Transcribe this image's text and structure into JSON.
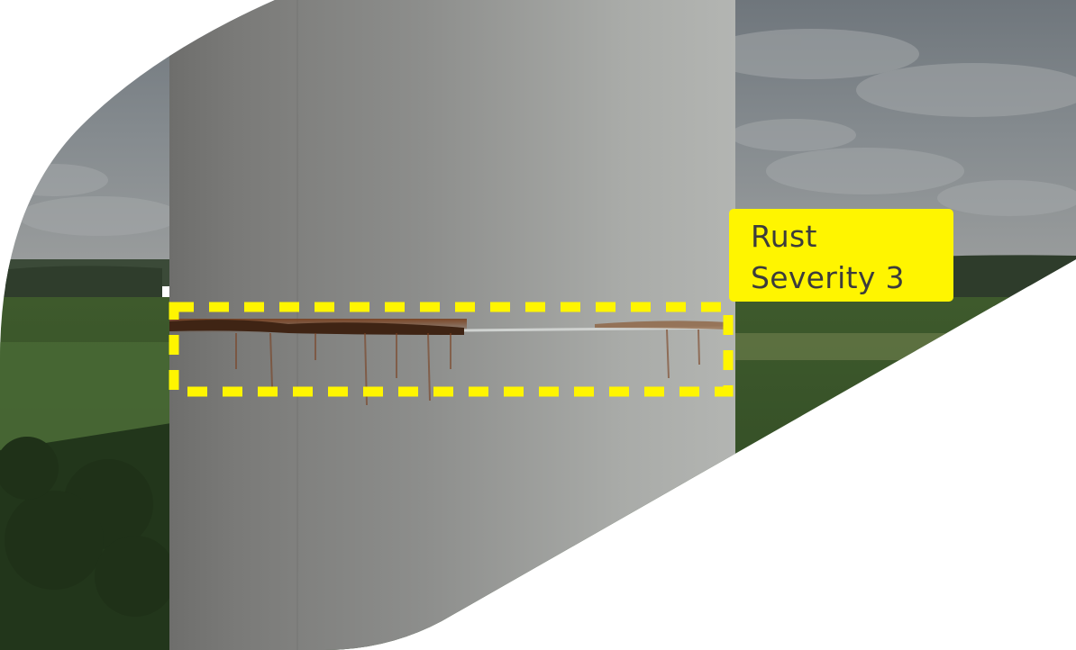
{
  "scene": {
    "subject": "wind-turbine-tower",
    "accent_color": "#fff500",
    "label_text_color": "#3c3c3c",
    "shape_background": "#ffffff"
  },
  "annotation": {
    "defect_type": "Rust",
    "severity_text": "Severity 3",
    "box_style": "dashed"
  }
}
